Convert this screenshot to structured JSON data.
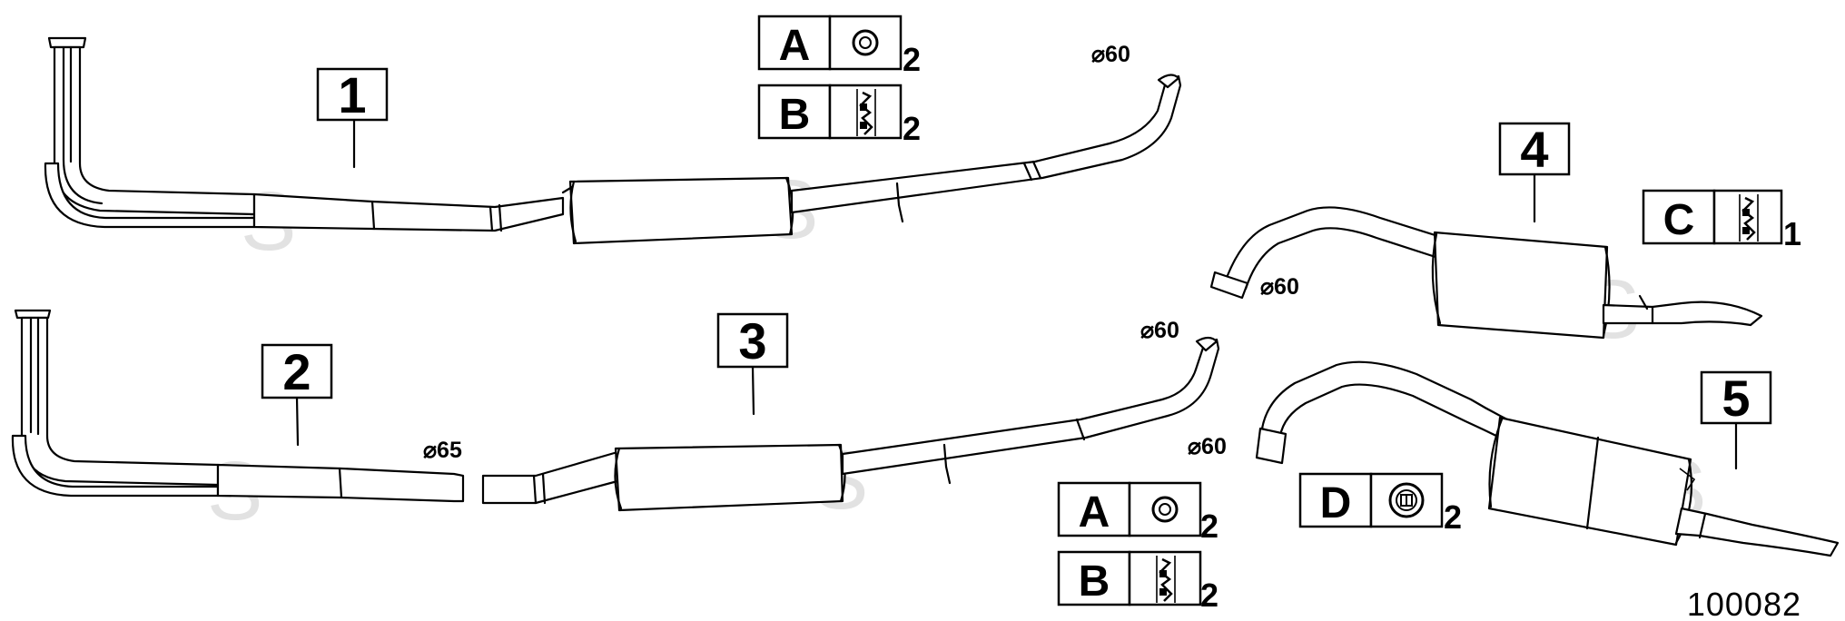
{
  "watermark": "S",
  "callouts": [
    "1",
    "2",
    "3",
    "4",
    "5"
  ],
  "legend_top": {
    "row_a": {
      "letter": "A",
      "qty": "2"
    },
    "row_b": {
      "letter": "B",
      "qty": "2"
    }
  },
  "legend_bottom": {
    "row_a": {
      "letter": "A",
      "qty": "2"
    },
    "row_b": {
      "letter": "B",
      "qty": "2"
    }
  },
  "legend_c": {
    "letter": "C",
    "qty": "1"
  },
  "legend_d": {
    "letter": "D",
    "qty": "2"
  },
  "dimensions": {
    "d1": "⌀60",
    "d2": "⌀60",
    "d3": "⌀60",
    "d4": "⌀65",
    "d5": "⌀60"
  },
  "reference_number": "100082"
}
